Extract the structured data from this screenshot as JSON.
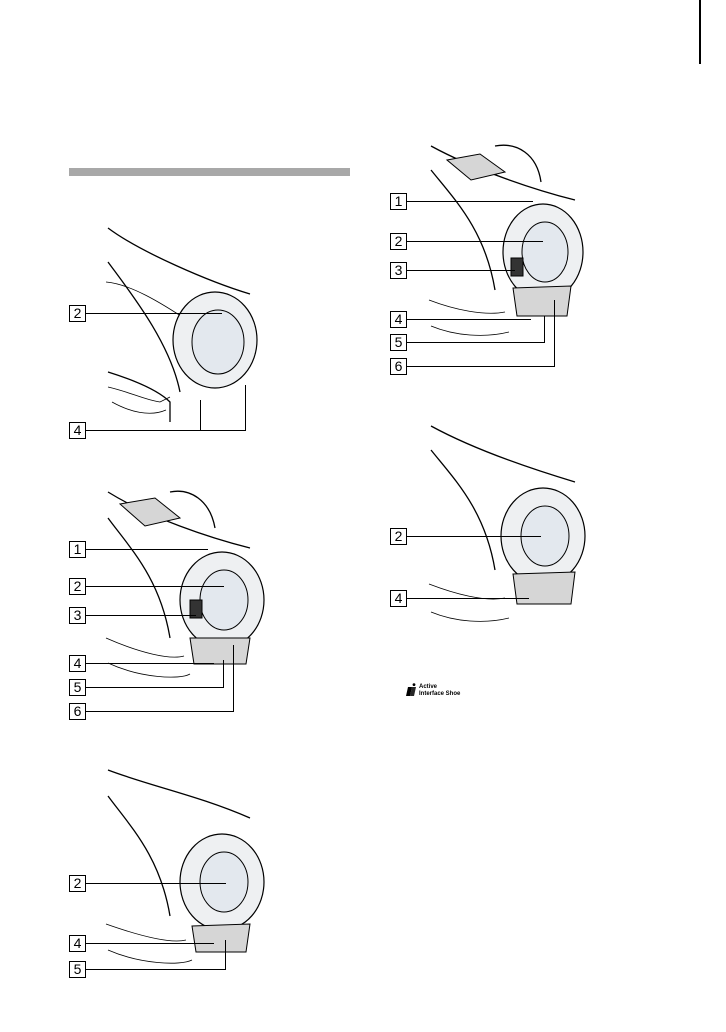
{
  "figures": [
    {
      "id": "fig-a",
      "callouts": [
        {
          "label": "2"
        },
        {
          "label": "4"
        }
      ]
    },
    {
      "id": "fig-b",
      "callouts": [
        {
          "label": "1"
        },
        {
          "label": "2"
        },
        {
          "label": "3"
        },
        {
          "label": "4"
        },
        {
          "label": "5"
        },
        {
          "label": "6"
        }
      ]
    },
    {
      "id": "fig-c",
      "callouts": [
        {
          "label": "2"
        },
        {
          "label": "4"
        },
        {
          "label": "5"
        }
      ]
    },
    {
      "id": "fig-d",
      "callouts": [
        {
          "label": "1"
        },
        {
          "label": "2"
        },
        {
          "label": "3"
        },
        {
          "label": "4"
        },
        {
          "label": "5"
        },
        {
          "label": "6"
        }
      ]
    },
    {
      "id": "fig-e",
      "callouts": [
        {
          "label": "2"
        },
        {
          "label": "4"
        }
      ]
    }
  ],
  "logo": {
    "line1": "Active",
    "line2": "Interface Shoe"
  },
  "colors": {
    "section_bar": "#a8a8a8"
  }
}
